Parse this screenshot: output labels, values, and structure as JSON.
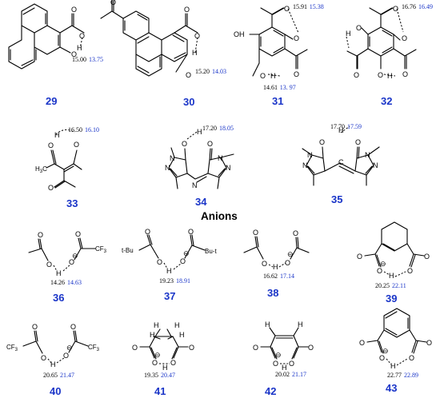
{
  "section_title": "Anions",
  "compounds": [
    {
      "id": "29",
      "val1": "15.00",
      "val2": "13.75"
    },
    {
      "id": "30",
      "val1": "15.20",
      "val2": "14.03"
    },
    {
      "id": "31",
      "val1": "15.91",
      "val2": "15.38",
      "val1b": "14.61",
      "val2b": "13. 97"
    },
    {
      "id": "32",
      "val1": "16.76",
      "val2": "16.49"
    },
    {
      "id": "33",
      "val1": "16.50",
      "val2": "16.10"
    },
    {
      "id": "34",
      "val1": "17.20",
      "val2": "18.05"
    },
    {
      "id": "35",
      "val1": "17.70",
      "val2": "17.59"
    },
    {
      "id": "36",
      "val1": "14.26",
      "val2": "14.63"
    },
    {
      "id": "37",
      "val1": "19.23",
      "val2": "18.91"
    },
    {
      "id": "38",
      "val1": "16.62",
      "val2": "17.14"
    },
    {
      "id": "39",
      "val1": "20.25",
      "val2": "22.11"
    },
    {
      "id": "40",
      "val1": "20.65",
      "val2": "21.47"
    },
    {
      "id": "41",
      "val1": "19.35",
      "val2": "20.47"
    },
    {
      "id": "42",
      "val1": "20.02",
      "val2": "21.17"
    },
    {
      "id": "43",
      "val1": "22.77",
      "val2": "22.89"
    }
  ],
  "atoms": {
    "O": "O",
    "H": "H",
    "N": "N",
    "C": "C",
    "CF3": "CF",
    "CF3_sub": "3",
    "H3C": "H",
    "H3C_sub": "3",
    "H3C_c": "C",
    "tBu": "t-Bu",
    "Bu_t": "Bu-t",
    "minus": "⊖",
    "H2": "H"
  }
}
